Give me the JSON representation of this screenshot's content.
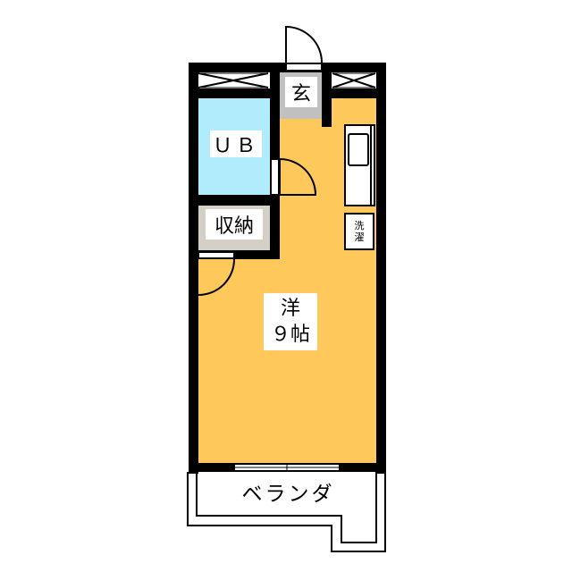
{
  "floorplan": {
    "colors": {
      "wall": "#000000",
      "western_room": "#fec95a",
      "unit_bath": "#b0ecfb",
      "storage": "#d4d0c8",
      "entrance": "#c0c0c0",
      "background": "#ffffff"
    },
    "rooms": {
      "western": {
        "type_label": "洋",
        "size_label": "９帖"
      },
      "unit_bath": {
        "label": "ＵＢ"
      },
      "storage": {
        "label": "収納"
      },
      "entrance": {
        "label": "玄"
      },
      "washer": {
        "label_line1": "洗",
        "label_line2": "濯"
      },
      "balcony": {
        "label": "ベランダ"
      }
    }
  }
}
